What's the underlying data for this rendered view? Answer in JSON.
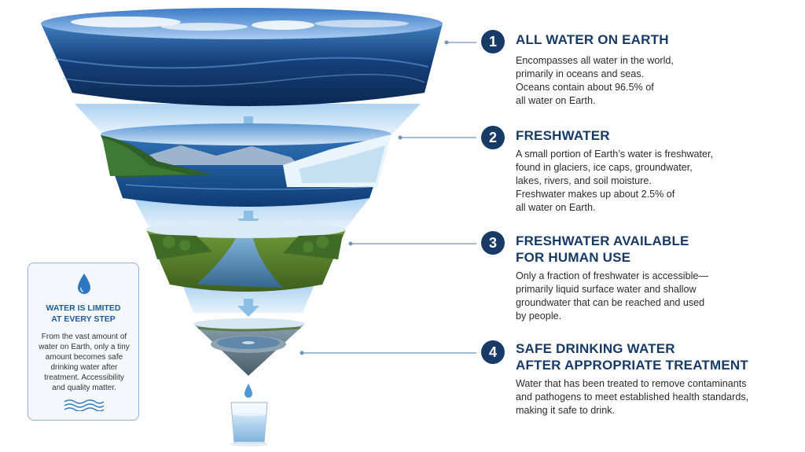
{
  "steps": [
    {
      "number": "1",
      "title": "ALL WATER ON EARTH",
      "description": "Encompasses all water in the world,\nprimarily in oceans and seas.\nOceans contain about 96.5% of\nall water on Earth."
    },
    {
      "number": "2",
      "title": "FRESHWATER",
      "description": "A small portion of Earth’s water is freshwater,\nfound in glaciers, ice caps, groundwater,\nlakes, rivers, and soil moisture.\nFreshwater makes up about 2.5% of\nall water on Earth."
    },
    {
      "number": "3",
      "title": "FRESHWATER AVAILABLE\nFOR HUMAN USE",
      "description": "Only a fraction of freshwater is accessible—\nprimarily liquid surface water and shallow\ngroundwater that can be reached and used\nby people."
    },
    {
      "number": "4",
      "title": "SAFE DRINKING WATER\nAFTER APPROPRIATE TREATMENT",
      "description": "Water that has been treated to remove contaminants\nand pathogens to meet established health standards,\nmaking it safe to drink."
    }
  ],
  "sidebox": {
    "title": "WATER IS LIMITED\nAT EVERY STEP",
    "body": "From the vast amount of\nwater on Earth, only a tiny\namount becomes safe\ndrinking water after\ntreatment. Accessibility\nand quality matter."
  },
  "colors": {
    "accent": "#183a66",
    "connector": "#6a93be",
    "arrow": "#8cbfe6",
    "sidebox_border": "#8fb3d6",
    "sidebox_title": "#1f5b94"
  },
  "icons": [
    "water-drop-icon",
    "waves-icon",
    "down-arrow-icon",
    "glass-of-water-icon",
    "falling-drop-icon"
  ]
}
